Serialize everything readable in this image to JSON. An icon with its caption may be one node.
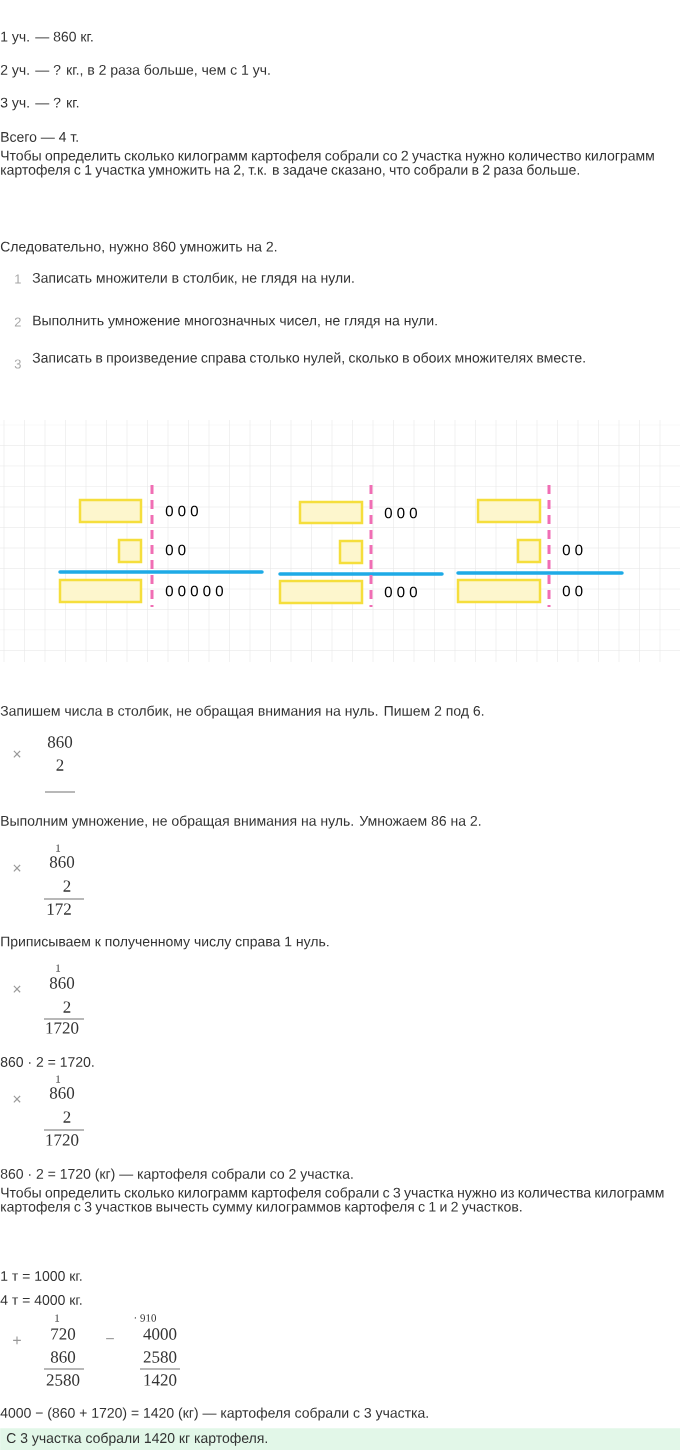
{
  "diagram": {
    "nodes": [
      {
        "text": [
          "С 3 участка собрали 1420 кг картофеля."
        ]
      }
    ],
    "labels": [
      "1 уч. — 860 кг.",
      "2 уч. — ? кг., в 2 раза больше, чем с 1 уч.",
      "3 уч. — ? кг.",
      "Всего — 4 т.",
      "Чтобы определить сколько килограмм картофеля собрали со 2 участка нужно количество килограмм картофеля с 1 участка умножить на 2, т.к. в задаче сказано, что собрали в 2 раза больше.",
      "Следовательно, нужно 860 умножить на 2.",
      "1",
      "Записать множители в столбик, не глядя на нули.",
      "2",
      "Выполнить умножение многозначных чисел, не глядя на нули.",
      "3",
      "Записать в произведение справа столько нулей, сколько в обоих множителях вместе.",
      "0 0 0",
      "0 0 0",
      "0 0",
      "0 0",
      "0 0 0 0 0",
      "0 0 0",
      "0 0",
      "Запишем числа в столбик, не обращая внимания на нуль. Пишем 2 под 6.",
      "×",
      "860",
      "2",
      "Выполним умножение, не обращая внимания на нуль. Умножаем 86 на 2.",
      "1",
      "×",
      "860",
      "2",
      "172",
      "Приписываем к полученному числу справа 1 нуль.",
      "1",
      "×",
      "860",
      "2",
      "1720",
      "860 · 2 = 1720.",
      "1",
      "×",
      "860",
      "2",
      "1720",
      "860 · 2 = 1720 (кг) — картофеля собрали со 2 участка.",
      "Чтобы определить сколько килограмм картофеля собрали с 3 участка нужно из количества килограмм картофеля с 3 участков вычесть сумму килограммов картофеля с 1 и 2 участков.",
      "1 т = 1000 кг.",
      "4 т = 4000 кг.",
      "1",
      "· 910",
      "+",
      "720",
      "−",
      "4000",
      "860",
      "2580",
      "2580",
      "1420",
      "4000 − (860 + 1720) = 1420 (кг) — картофеля собрали с 3 участка."
    ]
  }
}
